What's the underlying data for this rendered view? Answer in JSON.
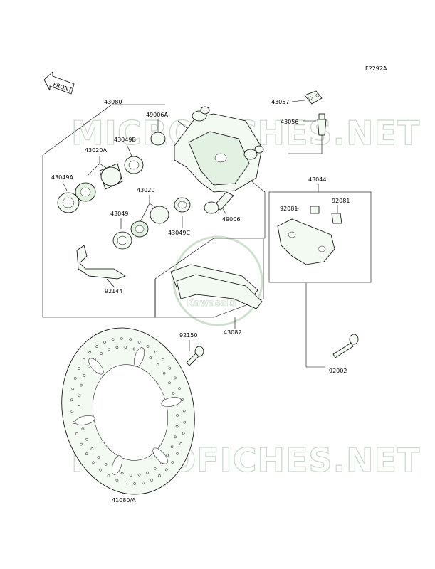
{
  "figure_code": "F2292A",
  "front_label": "FRONT",
  "watermarks": [
    "MICROFICHES.NET",
    "MICROFICHES.NET"
  ],
  "emblem_text": "Kawasaki",
  "parts": {
    "p43080": "43080",
    "p49006A": "49006A",
    "p43049B": "43049B",
    "p43020A": "43020A",
    "p43049A": "43049A",
    "p43020": "43020",
    "p43049": "43049",
    "p43049C": "43049C",
    "p49006": "49006",
    "p92144": "92144",
    "p43057": "43057",
    "p43056": "43056",
    "p43044": "43044",
    "p92081a": "92081",
    "p92081b": "92081",
    "p43082": "43082",
    "p92150": "92150",
    "p92002": "92002",
    "p41080A": "41080/A"
  },
  "colors": {
    "accent": "#2e7d32",
    "watermark": "#c8d8c8",
    "ink": "#000000"
  }
}
